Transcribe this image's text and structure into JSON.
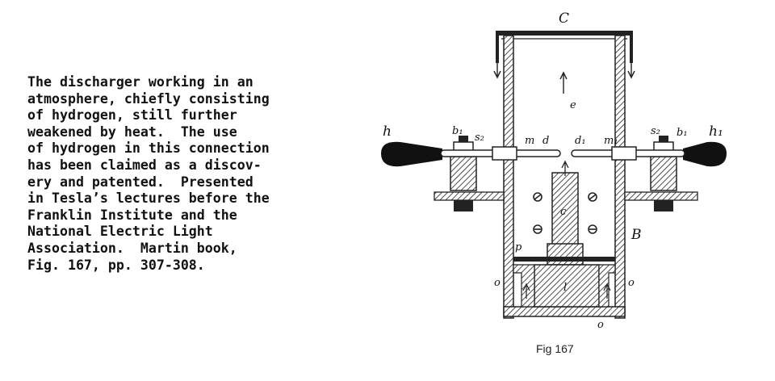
{
  "caption": {
    "lines": [
      "The discharger working in an",
      "atmosphere, chiefly consisting",
      "of hydrogen, still further",
      "weakened by heat.  The use",
      "of hydrogen in this connection",
      "has been claimed as a discov-",
      "ery and patented.  Presented",
      "in Tesla’s lectures before the",
      "Franklin Institute and the",
      "National Electric Light",
      "Association.  Martin book,",
      "Fig. 167, pp. 307-308."
    ]
  },
  "figure": {
    "label": "Fig 167",
    "labels": {
      "c_top": "C",
      "h_left": "h",
      "h_right": "h₁",
      "b_left": "b₁",
      "b_right": "b₁",
      "s_left": "s₂",
      "s_right": "s₂",
      "m_left": "m",
      "m_right": "m₁",
      "d_left": "d",
      "d_right": "d₁",
      "e_mid": "e",
      "c_inner": "c",
      "b_vessel": "B",
      "p_plate": "p",
      "o_left": "o",
      "o_right": "o",
      "o_bottom": "o",
      "l_base": "l"
    }
  }
}
